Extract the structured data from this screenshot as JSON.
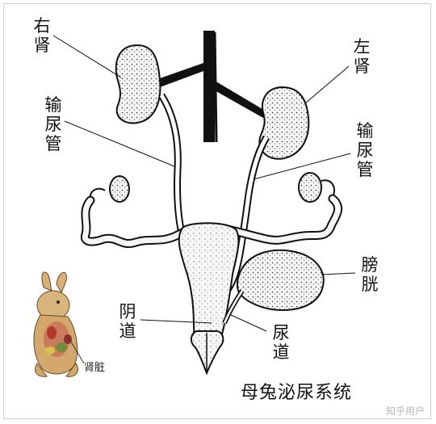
{
  "labels": {
    "right_kidney": "右肾",
    "left_kidney": "左肾",
    "ureter_left_side": "输尿管",
    "ureter_right_side": "输尿管",
    "bladder": "膀胱",
    "vagina": "阴道",
    "urethra": "尿道"
  },
  "title": "母兔泌尿系统",
  "inset_label": "肾脏",
  "watermark": "知乎用户"
}
